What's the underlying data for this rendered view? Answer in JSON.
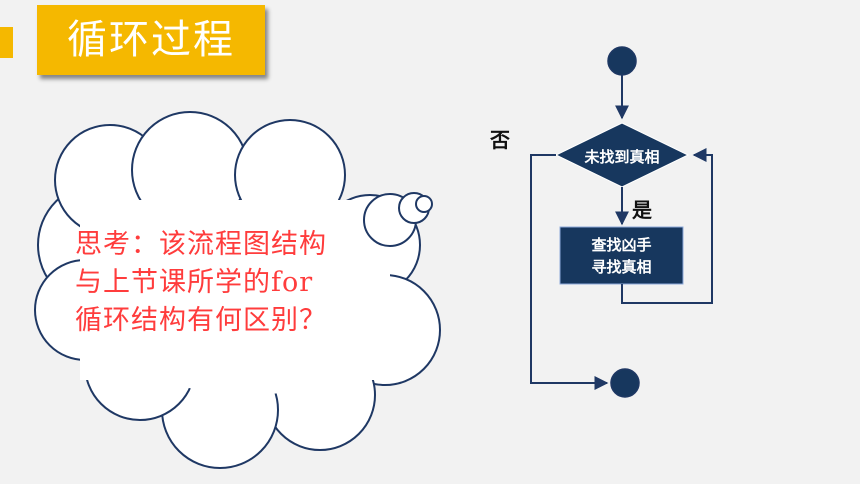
{
  "slide": {
    "title": "循环过程",
    "question_lines": [
      "思考：该流程图结构",
      "与上节课所学的for",
      "循环结构有何区别？"
    ]
  },
  "flowchart": {
    "decision_label": "未找到真相",
    "process_label_lines": [
      "查找凶手",
      "寻找真相"
    ],
    "yes_label": "是",
    "no_label": "否"
  },
  "colors": {
    "accent": "#f5b800",
    "node_fill": "#17375e",
    "question_text": "#ff3c3c",
    "line": "#1f3864"
  }
}
